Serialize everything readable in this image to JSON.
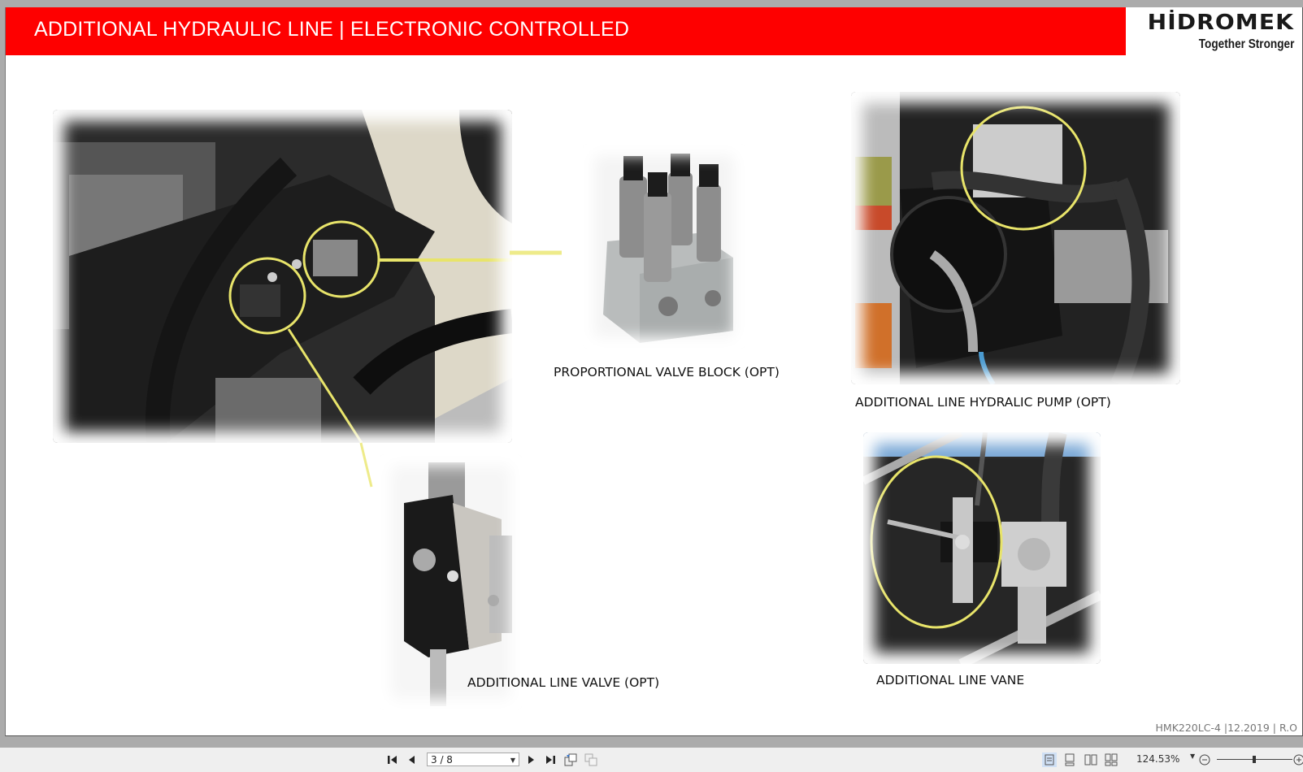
{
  "slide": {
    "title": "ADDITIONAL HYDRAULIC LINE | ELECTRONIC CONTROLLED",
    "brand": {
      "name": "HİDROMEK",
      "tagline": "Together Stronger",
      "color": "#fe0000"
    },
    "captions": {
      "proportional_valve": "PROPORTIONAL VALVE BLOCK (OPT)",
      "hydraulic_pump": "ADDITIONAL LINE HYDRALIC PUMP (OPT)",
      "line_valve": "ADDITIONAL LINE VALVE (OPT)",
      "line_vane": "ADDITIONAL LINE VANE"
    },
    "footer": "HMK220LC-4 |12.2019 | R.O",
    "highlight_color": "#e8e46a"
  },
  "toolbar": {
    "page_indicator": "3 / 8",
    "zoom_level": "124.53%",
    "icons": {
      "first": "first-page-icon",
      "prev": "previous-page-icon",
      "next": "next-page-icon",
      "last": "last-page-icon",
      "rotate": "page-rotate-icon",
      "copy": "page-copy-icon",
      "single": "single-page-view-icon",
      "continuous": "continuous-view-icon",
      "facing": "facing-pages-view-icon",
      "facing_continuous": "facing-continuous-view-icon",
      "zoom_out": "zoom-out-icon",
      "zoom_in": "zoom-in-icon"
    }
  }
}
